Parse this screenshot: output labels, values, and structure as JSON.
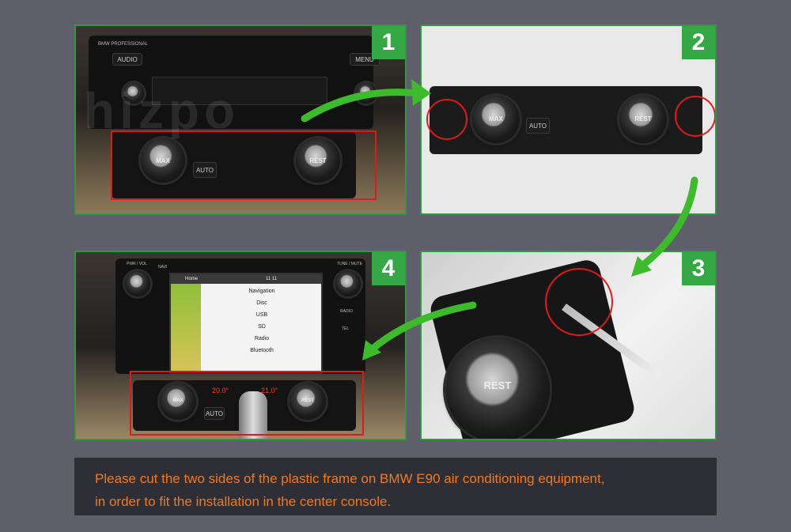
{
  "steps": [
    {
      "number": "1"
    },
    {
      "number": "2"
    },
    {
      "number": "3"
    },
    {
      "number": "4"
    }
  ],
  "panel1": {
    "radio_brand": "BMW PROFESSIONAL",
    "audio_label": "AUDIO",
    "menu_label": "MENU",
    "max_label": "MAX",
    "auto_label": "AUTO",
    "rest_label": "REST"
  },
  "panel2": {
    "max_label": "MAX",
    "auto_label": "AUTO",
    "rest_label": "REST"
  },
  "panel3": {
    "rest_label": "REST"
  },
  "panel4": {
    "pwr_label": "PWR / VOL",
    "navi_label": "NAVI",
    "tune_label": "TUNE / MUTE",
    "radio_label": "RADIO",
    "tel_label": "TEL",
    "header_title": "Home",
    "clock": "11 11",
    "menu_items": [
      "Navigation",
      "Disc",
      "USB",
      "SD",
      "Radio",
      "Bluetooth"
    ],
    "temp_left": "20.0°",
    "temp_right": "21.0°",
    "max_label": "MAX",
    "auto_label": "AUTO",
    "rest_label": "REST"
  },
  "watermark": "hizpo",
  "caption": {
    "line1": "Please cut the two sides of the plastic frame on BMW E90 air conditioning equipment,",
    "line2": "in order to fit the installation in the center console."
  },
  "colors": {
    "background": "#5f5f6b",
    "badge": "#35a845",
    "arrow": "#3dbb2c",
    "highlight": "#e01a1a",
    "caption_text": "#f07a22",
    "caption_bg": "#2e2e36"
  }
}
